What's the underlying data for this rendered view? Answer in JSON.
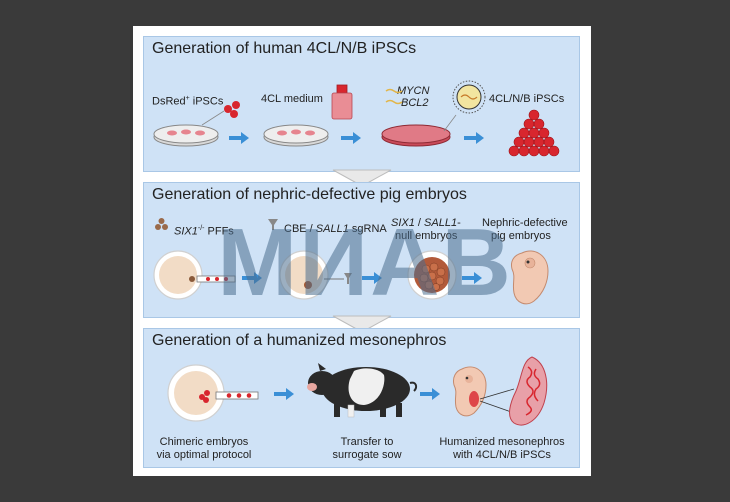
{
  "panel1": {
    "title": "Generation of human 4CL/N/B iPSCs",
    "label_dsred": "DsRed",
    "label_dsred_sup": "+",
    "label_dsred_rest": " iPSCs",
    "label_medium": "4CL medium",
    "label_mycn": "MYCN",
    "label_bcl2": "BCL2",
    "label_result": "4CL/N/B iPSCs"
  },
  "panel2": {
    "title": "Generation of nephric-defective pig embryos",
    "label_six1": "SIX1",
    "label_six1_sup": "-/-",
    "label_pffs": " PFFs",
    "label_cbe": "CBE / ",
    "label_sall1": "SALL1",
    "label_sgrna": " sgRNA",
    "label_null_a": "SIX1",
    "label_null_b": " / ",
    "label_null_c": "SALL1",
    "label_null_d": "-",
    "label_null_e": "null embryos",
    "label_def_1": "Nephric-defective",
    "label_def_2": "pig embryos"
  },
  "panel3": {
    "title": "Generation of a humanized mesonephros",
    "label_chim_1": "Chimeric embryos",
    "label_chim_2": "via optimal protocol",
    "label_tr_1": "Transfer to",
    "label_tr_2": "surrogate sow",
    "label_hum_1": "Humanized mesonephros",
    "label_hum_2": "with 4CL/N/B iPSCs"
  },
  "watermark": "MИAB",
  "colors": {
    "panel": "#cfe2f6",
    "arrow": "#3a8fd6",
    "cell_red": "#d8262e",
    "dish_pink": "#e07a86",
    "embryo": "#f2c9b3"
  }
}
